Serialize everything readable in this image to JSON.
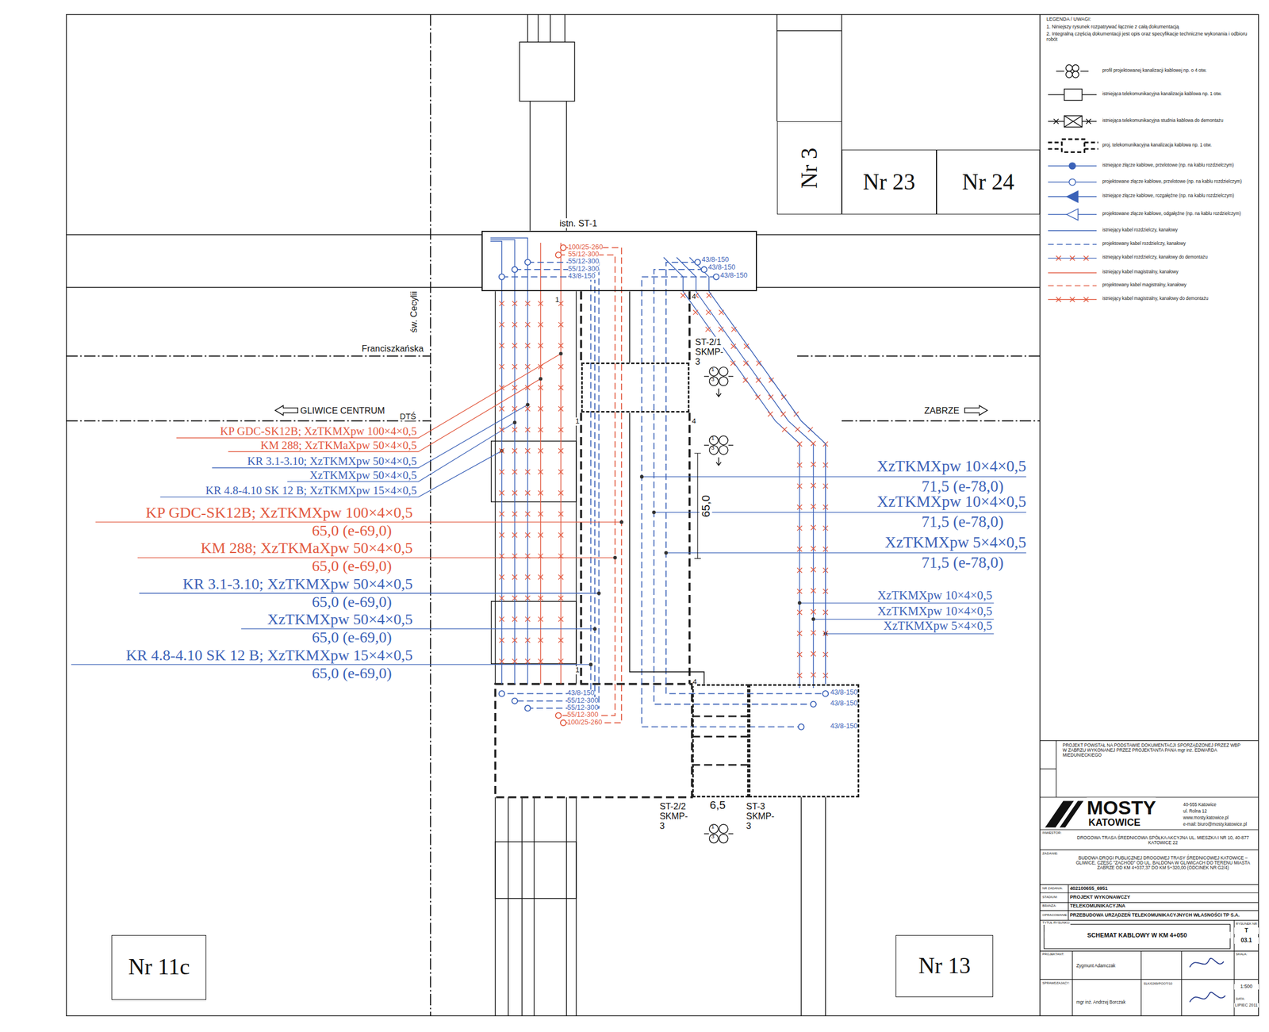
{
  "diagram": {
    "nodes": [
      {
        "text": [
          "Nr 3"
        ]
      },
      {
        "text": [
          "Nr 23"
        ]
      },
      {
        "text": [
          "Nr 24"
        ]
      },
      {
        "text": [
          "istn. ST-1"
        ]
      },
      {
        "text": [
          "ST-2/1 SKMP-3"
        ]
      },
      {
        "text": [
          "ST-2/2 SKMP-3"
        ]
      },
      {
        "text": [
          "ST-3 SKMP-3"
        ]
      },
      {
        "text": [
          "Nr 11c"
        ]
      },
      {
        "text": [
          "Nr 13"
        ]
      }
    ],
    "edges": [
      {
        "from": 3,
        "to": 4,
        "arrow": "none"
      },
      {
        "from": 4,
        "to": 5,
        "arrow": "none"
      },
      {
        "from": 3,
        "to": 6,
        "arrow": "none"
      }
    ],
    "labels": [
      "św. Cecylii",
      "Franciszkańska",
      "GLIWICE CENTRUM",
      "DTŚ",
      "ZABRZE",
      "100/25-260",
      "55/12-300",
      "55/12-300",
      "55/12-300",
      "43/8-150",
      "43/8-150",
      "43/8-150",
      "43/8-150",
      "43/8-150",
      "55/12-300",
      "55/12-300",
      "55/12-300",
      "100/25-260",
      "43/8-150",
      "43/8-150",
      "43/8-150",
      "1",
      "4",
      "1",
      "4",
      "1",
      "4",
      "1",
      "3",
      "1",
      "3",
      "1",
      "3",
      "65,0",
      "6,5",
      "KP GDC-SK12B; XzTKMXpw 100×4×0,5",
      "KM 288; XzTKMaXpw 50×4×0,5",
      "KR 3.1-3.10; XzTKMXpw 50×4×0,5",
      "XzTKMXpw 50×4×0,5",
      "KR 4.8-4.10 SK 12 B; XzTKMXpw 15×4×0,5",
      "KP GDC-SK12B; XzTKMXpw 100×4×0,5",
      "65,0 (e-69,0)",
      "KM 288; XzTKMaXpw 50×4×0,5",
      "65,0 (e-69,0)",
      "KR 3.1-3.10; XzTKMXpw 50×4×0,5",
      "65,0 (e-69,0)",
      "XzTKMXpw 50×4×0,5",
      "65,0 (e-69,0)",
      "KR 4.8-4.10 SK 12 B; XzTKMXpw 15×4×0,5",
      "65,0 (e-69,0)",
      "XzTKMXpw 10×4×0,5",
      "71,5 (e-78,0)",
      "XzTKMXpw 10×4×0,5",
      "71,5 (e-78,0)",
      "XzTKMXpw 5×4×0,5",
      "71,5 (e-78,0)",
      "XzTKMXpw 10×4×0,5",
      "XzTKMXpw 10×4×0,5",
      "XzTKMXpw 5×4×0,5",
      "LEGENDA / UWAGI:",
      "1. Niniejszy rysunek rozpatrywać łącznie z całą dokumentacją",
      "2. Integralną częścią dokumentacji jest opis oraz specyfikacje techniczne wykonania i odbioru robót",
      "PROJEKT POWSTAŁ NA PODSTAWIE DOKUMENTACJI SPORZĄDZONEJ PRZEZ WBP W ZABRZU WYKONANEJ PRZEZ PROJEKTANTA PANA mgr inż. EDWARDA MIEDUNIECKIEGO",
      "MOSTY",
      "KATOWICE",
      "40-555 Katowice",
      "ul. Rolna 12",
      "www.mosty.katowice.pl",
      "e-mail: biuro@mosty.katowice.pl",
      "INWESTOR:",
      "DROGOWA TRASA ŚREDNICOWA SPÓŁKA AKCYJNA UL. MIESZKA I NR 10, 40-877 KATOWICE 22",
      "ZADANIE:",
      "BUDOWA DROGI PUBLICZNEJ DROGOWEJ TRASY ŚREDNICOWEJ KATOWICE – GLIWICE, CZĘŚĆ \"ZACHÓD\" OD UL. BALDONA W GLIWICACH DO TERENU MIASTA ZABRZE OD KM 4+037,37 DO KM 5+320,00 (ODCINEK NR G2/4)",
      "NR ZADANIA:",
      "402100655_6951",
      "STADIUM:",
      "PROJEKT WYKONAWCZY",
      "BRANŻA:",
      "TELEKOMUNIKACYJNA",
      "OPRACOWANIE:",
      "PRZEBUDOWA URZĄDZEŃ TELEKOMUNIKACYJNYCH WŁASNOŚCI TP S.A.",
      "TYTUŁ RYSUNKU:",
      "SCHEMAT KABLOWY W KM 4+050",
      "RYSUNEK NR:",
      "T",
      "03.1",
      "PROJEKTANT:",
      "Zygmunt Adamczak",
      "SKALA:",
      "1:500",
      "SPRAWDZAJĄCY:",
      "mgr inż. Andrzej Borczak",
      "DATA:",
      "LIPIEC 2011",
      "SLK/0269/POOT/10"
    ],
    "legend": [
      {
        "text": "profil projektowanej kanalizacji kablowej np. o 4 otw."
      },
      {
        "text": "istniejąca telekomunikacyjna kanalizacja kablowa np. 1 otw."
      },
      {
        "text": "istniejąca telekomunikacyjna studnia kablowa do demontażu"
      },
      {
        "text": "proj. telekomunikacyjna kanalizacja kablowa np. 1 otw."
      },
      {
        "text": "istniejące złącze kablowe, przelotowe (np. na kablu rozdzielczym)"
      },
      {
        "text": "projektowane złącze kablowe, przelotowe (np. na kablu rozdzielczym)"
      },
      {
        "text": "istniejące złącze kablowe, rozgałęźne (np. na kablu rozdzielczym)"
      },
      {
        "text": "projektowane złącze kablowe, odgałęźne (np. na kablu rozdzielczym)"
      },
      {
        "text": "istniejący kabel rozdzielczy, kanałowy"
      },
      {
        "text": "projektowany kabel rozdzielczy, kanałowy"
      },
      {
        "text": "istniejący kabel rozdzielczy, kanałowy do demontażu"
      },
      {
        "text": "istniejący kabel magistralny, kanałowy"
      },
      {
        "text": "projektowany kabel magistralny, kanałowy"
      },
      {
        "text": "istniejący kabel magistralny, kanałowy do demontażu"
      }
    ]
  }
}
